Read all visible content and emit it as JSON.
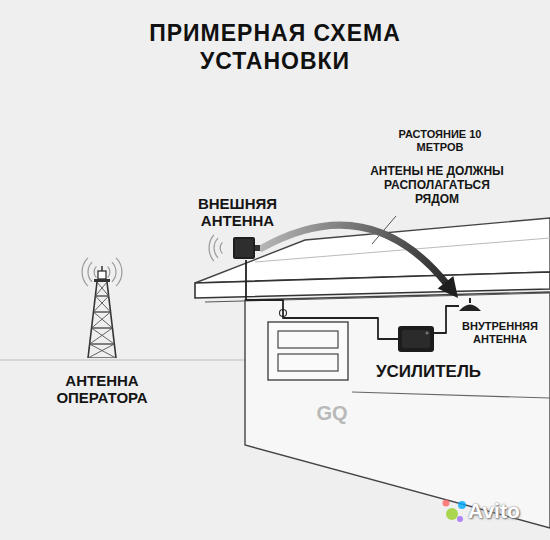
{
  "diagram": {
    "title": "ПРИМЕРНАЯ СХЕМА УСТАНОВКИ",
    "nodes": [
      {
        "text": [
          "ВНЕШНЯЯ АНТЕННА"
        ]
      },
      {
        "text": [
          "АНТЕННА ОПЕРАТОРА"
        ]
      },
      {
        "text": [
          "УСИЛИТЕЛЬ"
        ]
      },
      {
        "text": [
          "ВНУТРЕННЯЯ АНТЕННА"
        ]
      }
    ],
    "edges": [
      {
        "from": 0,
        "to": 3,
        "arrow": "to"
      },
      {
        "from": 0,
        "to": 2,
        "arrow": "none"
      },
      {
        "from": 2,
        "to": 3,
        "arrow": "none"
      }
    ],
    "labels": [
      "РАСТОЯНИЕ 10 МЕТРОВ",
      "АНТЕНЫ НЕ ДОЛЖНЫ РАСПОЛАГАТЬСЯ РЯДОМ",
      "GQ",
      "Avito"
    ]
  }
}
